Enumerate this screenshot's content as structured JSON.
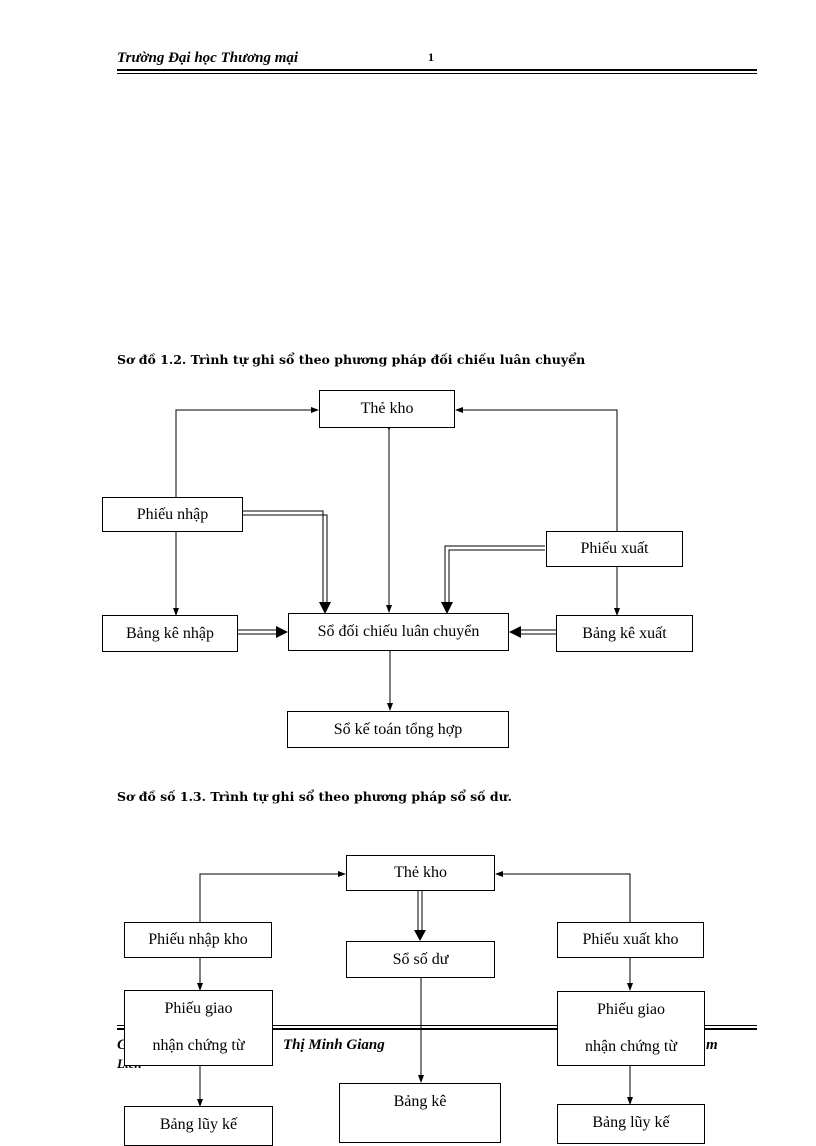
{
  "header": {
    "school": "Trường Đại học Thương mại",
    "page_number": "1"
  },
  "diagram1": {
    "caption": "Sơ đồ 1.2. Trình tự ghi sổ theo phương pháp  đối chiếu luân chuyển",
    "boxes": {
      "the_kho": "Thẻ kho",
      "phieu_nhap": "Phiếu nhập",
      "phieu_xuat": "Phiếu xuất",
      "bang_ke_nhap": "Bảng kê nhập",
      "so_doi_chieu": "Sổ đối chiếu luân  chuyển",
      "bang_ke_xuat": "Bảng kê xuất",
      "so_ke_toan": "Sổ kế toán tổng hợp"
    }
  },
  "diagram2": {
    "caption": "Sơ đồ số 1.3. Trình tự ghi sổ theo phương  pháp  sổ số dư.",
    "boxes": {
      "the_kho": "Thẻ kho",
      "phieu_nhap_kho": "Phiếu nhập kho",
      "so_so_du": "Sổ số dư",
      "phieu_xuat_kho": "Phiếu xuất kho",
      "phieu_giao_left_1": "Phiếu giao",
      "phieu_giao_left_2": "nhận chứng từ",
      "phieu_giao_right_1": "Phiếu giao",
      "phieu_giao_right_2": "nhận chứng từ",
      "bang_ke": "Bảng kê",
      "bang_luy_ke_left": "Bảng lũy kế",
      "bang_luy_ke_right": "Bảng lũy kế"
    }
  },
  "footer": {
    "author_fragment": "Thị Minh Giang",
    "left_initial": "G",
    "right_fragment": "m",
    "second_line": "Liên"
  }
}
